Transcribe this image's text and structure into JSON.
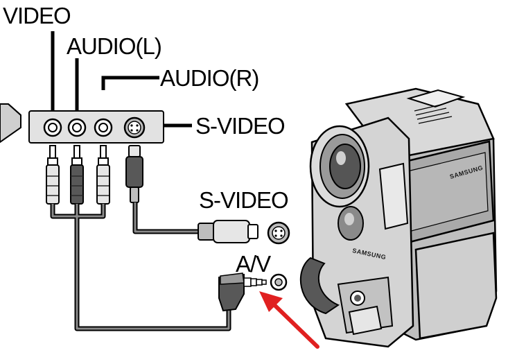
{
  "labels": {
    "video": "VIDEO",
    "audio_left": "AUDIO(L)",
    "audio_right": "AUDIO(R)",
    "s_video_panel": "S-VIDEO",
    "s_video_camera": "S-VIDEO",
    "av": "A/V"
  },
  "camcorder": {
    "brand_side": "SAMSUNG",
    "brand_front": "SAMSUNG"
  },
  "colors": {
    "line": "#000000",
    "cable": "#6b6b6b",
    "plug_dark": "#555555",
    "plug_light": "#d9d9d9",
    "body": "#c8c8c8",
    "arrow": "#e02020"
  }
}
